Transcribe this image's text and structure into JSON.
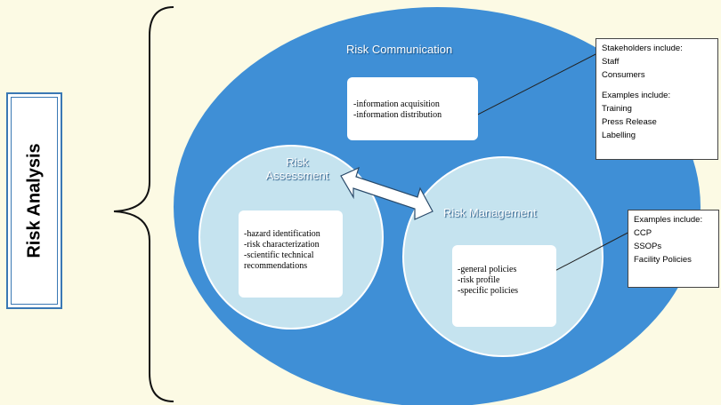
{
  "side_label": "Risk Analysis",
  "communication": {
    "title": "Risk Communication",
    "items": [
      "-information acquisition",
      "-information distribution"
    ]
  },
  "assessment": {
    "title_line1": "Risk",
    "title_line2": "Assessment",
    "items": [
      "-hazard identification",
      "-risk characterization",
      "-scientific technical",
      "recommendations"
    ]
  },
  "management": {
    "title": "Risk Management",
    "items": [
      "-general policies",
      "-risk profile",
      "-specific policies"
    ]
  },
  "callout_communication": {
    "heading1": "Stakeholders include:",
    "items1": [
      "Staff",
      "Consumers"
    ],
    "heading2": "Examples include:",
    "items2": [
      "Training",
      "Press Release",
      "Labelling"
    ]
  },
  "callout_management": {
    "heading": "Examples include:",
    "items": [
      "CCP",
      "SSOPs",
      "Facility Policies"
    ]
  },
  "colors": {
    "background": "#fcfae4",
    "outer_circle": "#3f8fd6",
    "inner_circle": "#c5e3ef",
    "inner_circle_border": "#ffffff",
    "arrow_fill": "#ffffff",
    "arrow_stroke": "#2a4a6a"
  }
}
